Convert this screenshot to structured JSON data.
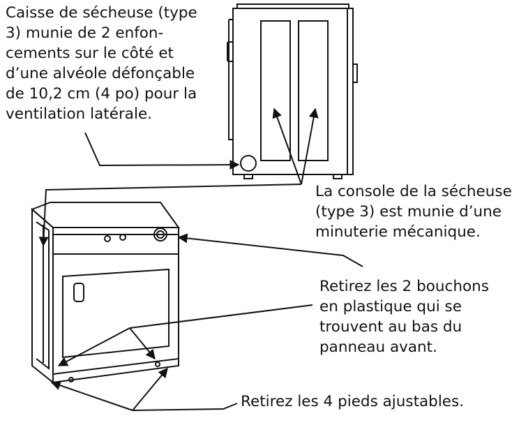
{
  "labels": {
    "side_cabinet": [
      "Caisse de sécheuse (type",
      "3) munie de 2 enfon-",
      "cements sur le côté et",
      "d’une alvéole défonçable",
      "de 10,2 cm (4 po) pour la",
      "ventilation latérale."
    ],
    "console": [
      "La console de la sécheuse",
      "(type 3) est munie d’une",
      "minuterie mécanique."
    ],
    "plugs": [
      "Retirez les 2 bouchons",
      "en plastique qui se",
      "trouvent au bas du",
      "panneau avant."
    ],
    "feet": "Retirez les 4 pieds ajustables."
  }
}
